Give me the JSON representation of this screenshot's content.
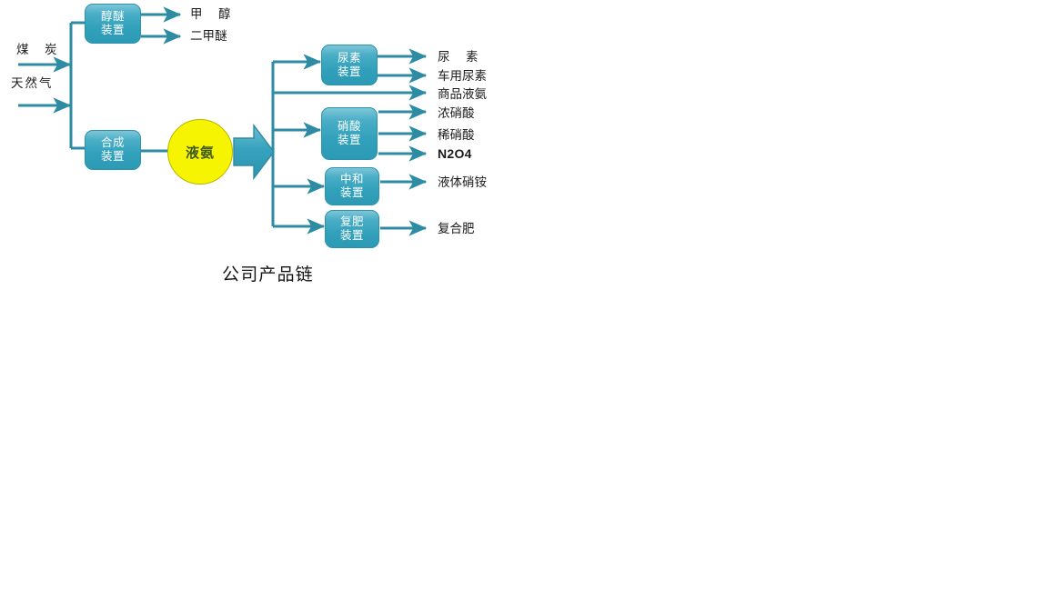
{
  "diagram": {
    "title": "公司产品链",
    "palette": {
      "wire": "#2d8ba3",
      "box_fill": "#35a0bb",
      "box_fill_light": "#7ec6d8",
      "box_text": "#ffffff",
      "circle_fill": "#f6f400",
      "circle_text": "#3e5b1c",
      "label_text": "#1b1b1b",
      "background": "#ffffff"
    },
    "inputs": [
      {
        "id": "coal",
        "label": "煤　炭"
      },
      {
        "id": "natural-gas",
        "label": "天然气"
      }
    ],
    "units": [
      {
        "id": "alcohol-ether",
        "line1": "醇醚",
        "line2": "装置"
      },
      {
        "id": "synthesis",
        "line1": "合成",
        "line2": "装置"
      },
      {
        "id": "urea",
        "line1": "尿素",
        "line2": "装置"
      },
      {
        "id": "nitric-acid",
        "line1": "硝酸",
        "line2": "装置"
      },
      {
        "id": "neutralization",
        "line1": "中和",
        "line2": "装置"
      },
      {
        "id": "compound-fertilizer",
        "line1": "复肥",
        "line2": "装置"
      }
    ],
    "intermediate": {
      "id": "liquid-ammonia",
      "label": "液氨"
    },
    "products": [
      {
        "id": "methanol",
        "label": "甲　醇",
        "style": "cjk"
      },
      {
        "id": "dimethyl-ether",
        "label": "二甲醚",
        "style": "cjk"
      },
      {
        "id": "urea-product",
        "label": "尿　素",
        "style": "cjk"
      },
      {
        "id": "vehicle-urea",
        "label": "车用尿素",
        "style": "cjk"
      },
      {
        "id": "commercial-liquid-ammonia",
        "label": "商品液氨",
        "style": "cjk"
      },
      {
        "id": "concentrated-nitric-acid",
        "label": "浓硝酸",
        "style": "cjk"
      },
      {
        "id": "dilute-nitric-acid",
        "label": "稀硝酸",
        "style": "cjk"
      },
      {
        "id": "n2o4",
        "label": "N2O4",
        "style": "latin"
      },
      {
        "id": "liquid-ammonium-nitrate",
        "label": "液体硝铵",
        "style": "cjk"
      },
      {
        "id": "compound-fertilizer-product",
        "label": "复合肥",
        "style": "cjk"
      }
    ]
  }
}
